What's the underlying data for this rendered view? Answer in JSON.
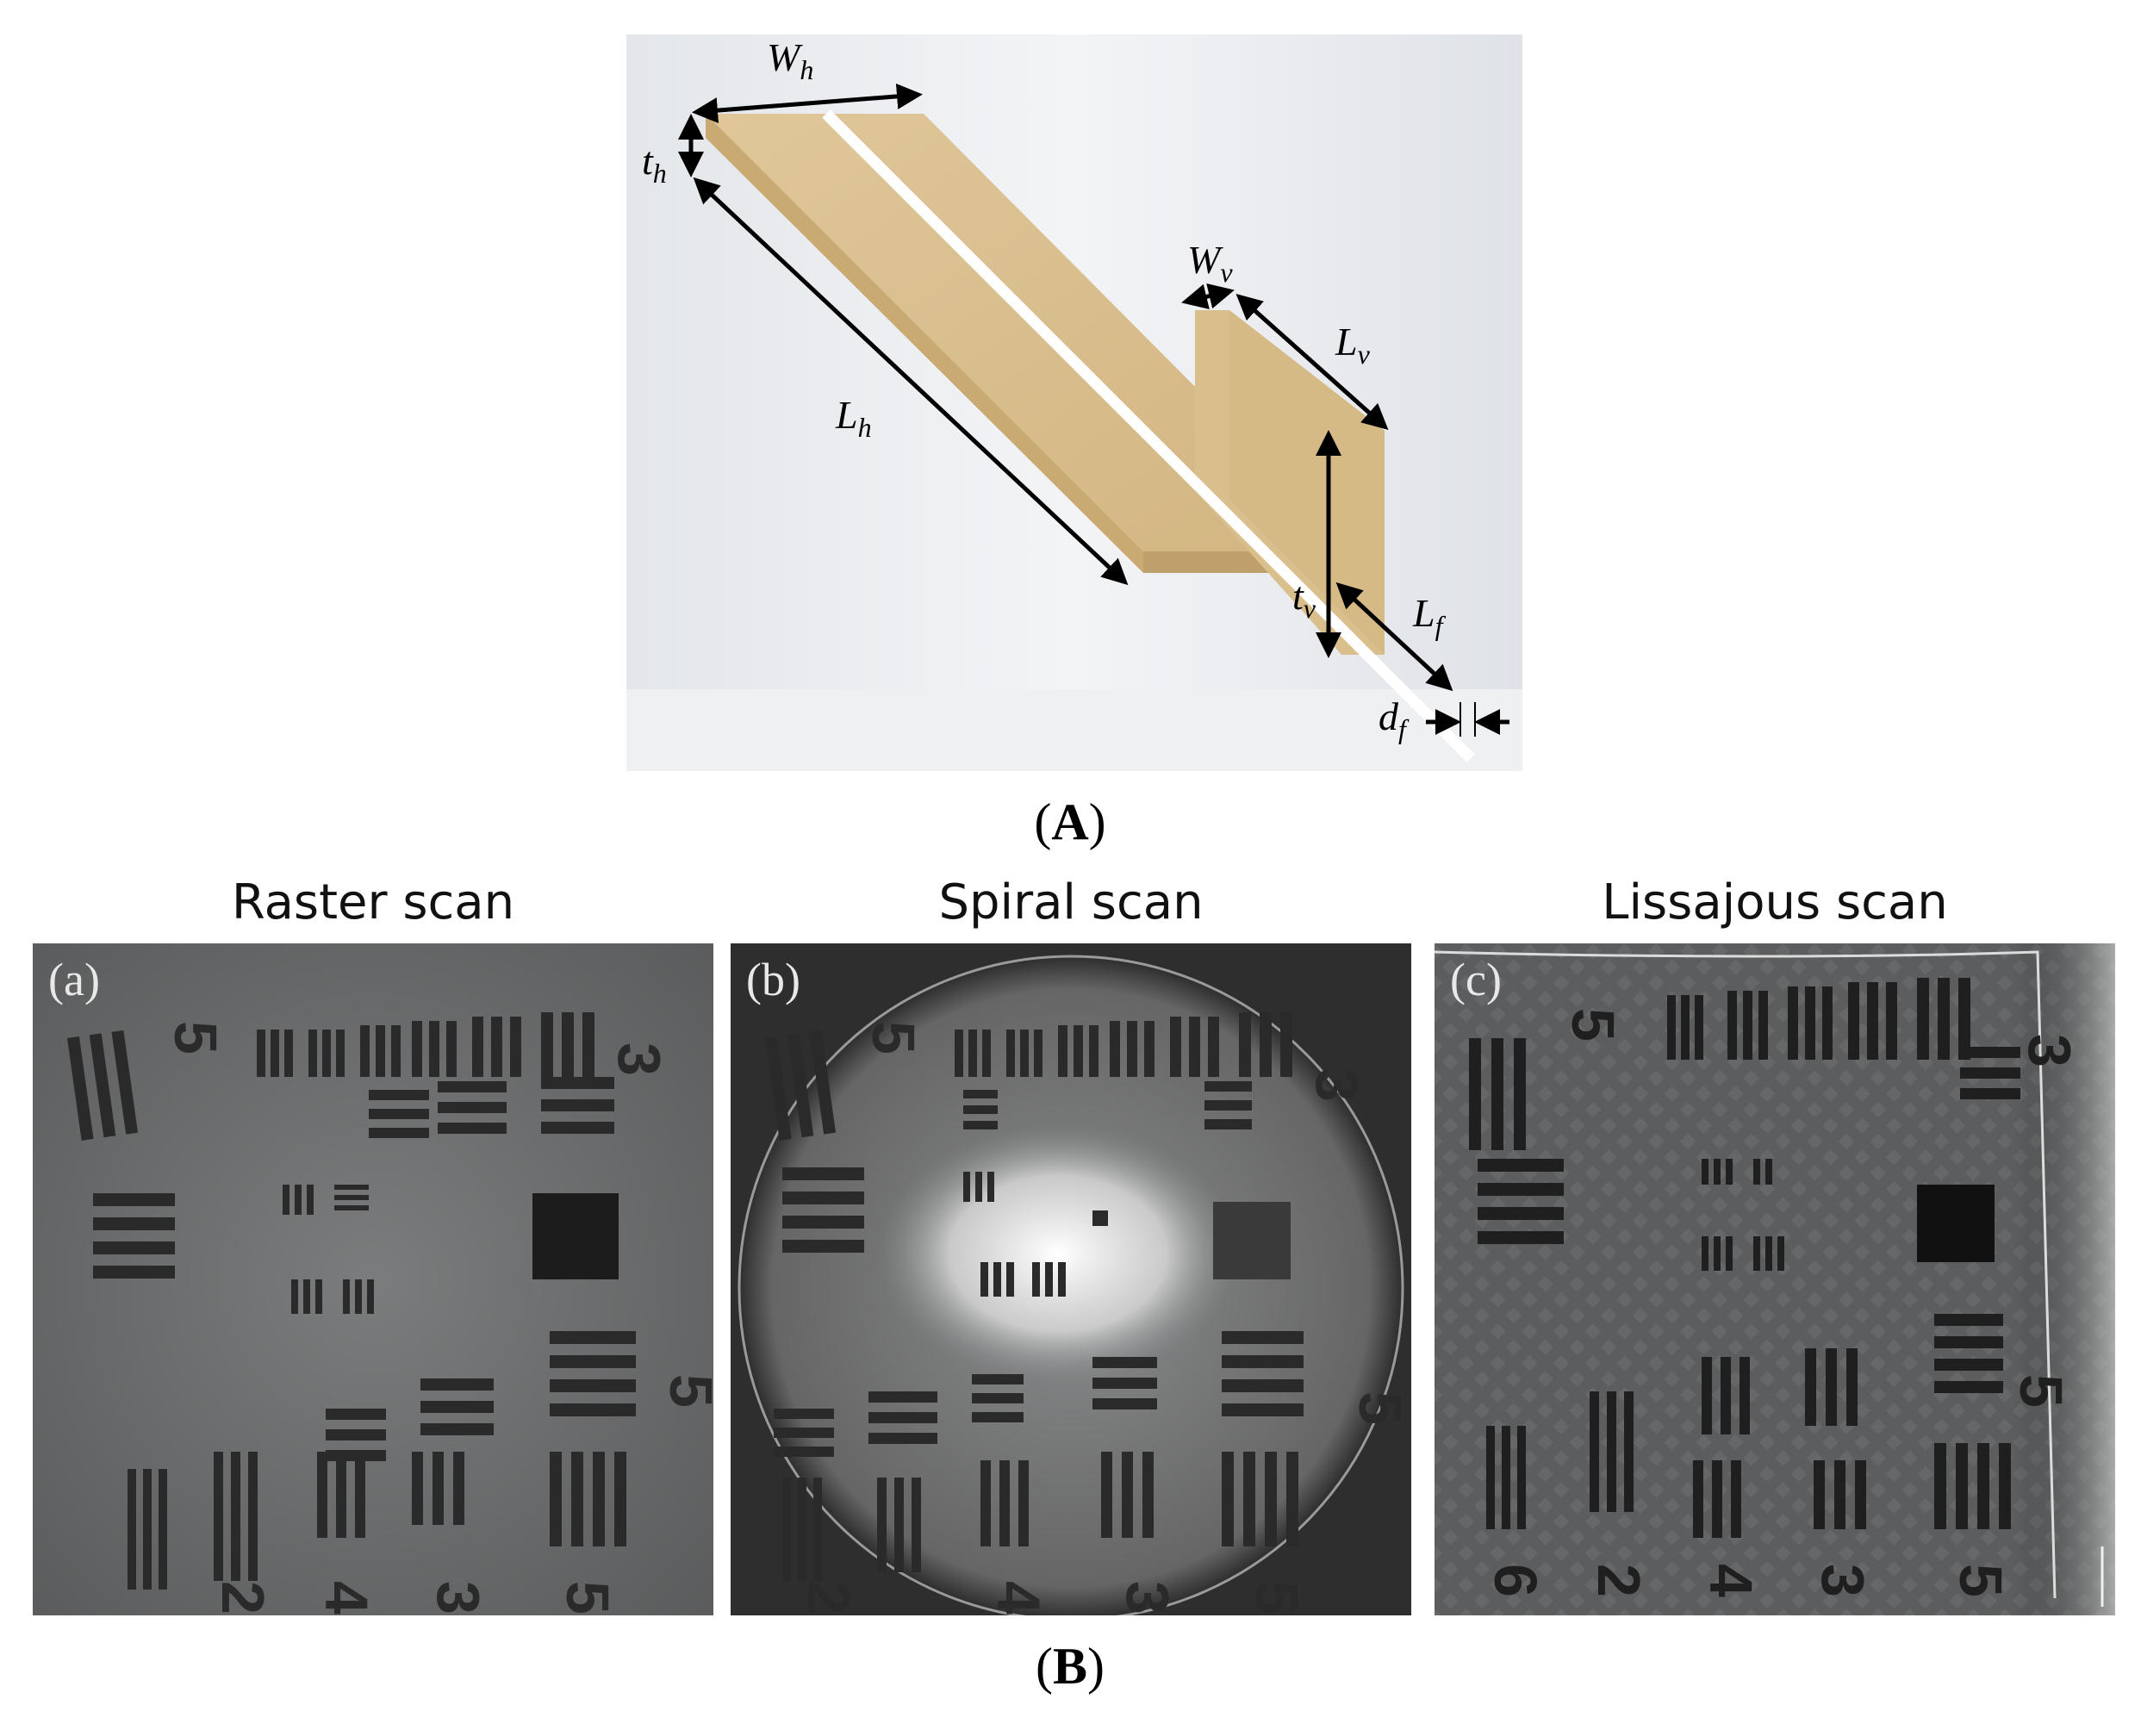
{
  "figure_a": {
    "panel_label": "A",
    "dimensions": {
      "wh": {
        "main": "W",
        "sub": "h"
      },
      "th": {
        "main": "t",
        "sub": "h"
      },
      "lh": {
        "main": "L",
        "sub": "h"
      },
      "wv": {
        "main": "W",
        "sub": "v"
      },
      "lv": {
        "main": "L",
        "sub": "v"
      },
      "tv": {
        "main": "t",
        "sub": "v"
      },
      "lf": {
        "main": "L",
        "sub": "f"
      },
      "df": {
        "main": "d",
        "sub": "f"
      }
    },
    "colors": {
      "wood": "#d9bf8c",
      "wood_dark": "#b89b64",
      "background": "#e9ebef"
    }
  },
  "figure_b": {
    "panel_label": "B",
    "scans": [
      {
        "title": "Raster scan",
        "tag": "(a)"
      },
      {
        "title": "Spiral scan",
        "tag": "(b)"
      },
      {
        "title": "Lissajous scan",
        "tag": "(c)"
      }
    ],
    "chart_numbers": {
      "raster": [
        "5",
        "3",
        "5",
        "2",
        "4",
        "3",
        "5"
      ],
      "spiral": [
        "5",
        "3",
        "5",
        "2",
        "4",
        "3",
        "5"
      ],
      "lissajous": [
        "5",
        "3",
        "5",
        "2",
        "4",
        "3",
        "5",
        "6"
      ]
    }
  }
}
